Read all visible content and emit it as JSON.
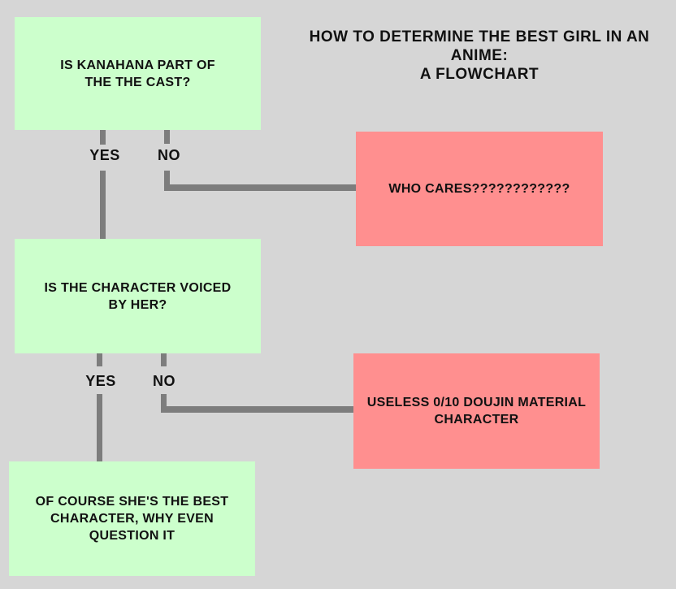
{
  "title": "HOW TO DETERMINE THE BEST GIRL IN AN ANIME:\nA FLOWCHART",
  "colors": {
    "background": "#d6d6d6",
    "node_green": "#ccffcc",
    "node_red": "#ff8f8f",
    "connector_gray": "#7d7d7d",
    "text": "#111111"
  },
  "nodes": {
    "q1": "IS KANAHANA PART OF\nTHE THE CAST?",
    "who_cares": "WHO CARES????????????",
    "q2": "IS THE CHARACTER VOICED\nBY HER?",
    "useless": "USELESS 0/10 DOUJIN MATERIAL\nCHARACTER",
    "final": "OF COURSE SHE'S THE BEST\nCHARACTER, WHY EVEN\nQUESTION IT"
  },
  "edge_labels": {
    "yes1": "YES",
    "no1": "NO",
    "yes2": "YES",
    "no2": "NO"
  }
}
